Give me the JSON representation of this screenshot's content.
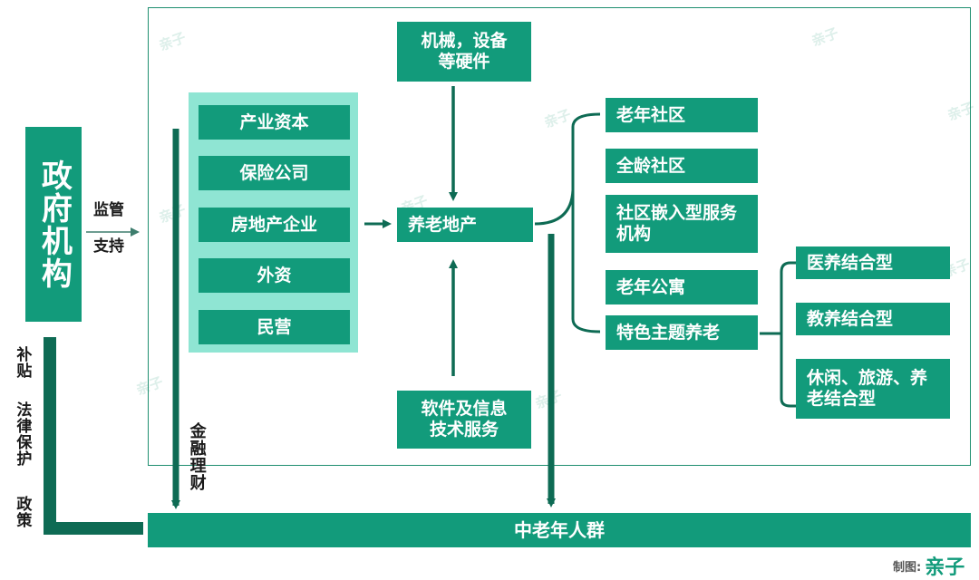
{
  "government": {
    "label": "政府机构"
  },
  "gov_arrow": {
    "top": "监管",
    "bottom": "支持"
  },
  "gov_support": {
    "items": [
      "补贴",
      "法律保护",
      "政策"
    ]
  },
  "capital_sources": [
    "产业资本",
    "保险公司",
    "房地产企业",
    "外资",
    "民营"
  ],
  "finance_label": "金融理财",
  "center": {
    "label": "养老地产"
  },
  "hardware": {
    "label": "机械，设备\n等硬件"
  },
  "software": {
    "label": "软件及信息\n技术服务"
  },
  "types": [
    "老年社区",
    "全龄社区",
    "社区嵌入型服务机构",
    "老年公寓",
    "特色主题养老"
  ],
  "themes": [
    "医养结合型",
    "教养结合型",
    "休闲、旅游、养老结合型"
  ],
  "target": {
    "label": "中老年人群"
  },
  "credit": {
    "prefix": "制图:",
    "brand": "亲子"
  },
  "colors": {
    "primary": "#129b7b",
    "panel": "#8fe5d3",
    "dark": "#0e6b54",
    "frame": "#1f8f70"
  }
}
